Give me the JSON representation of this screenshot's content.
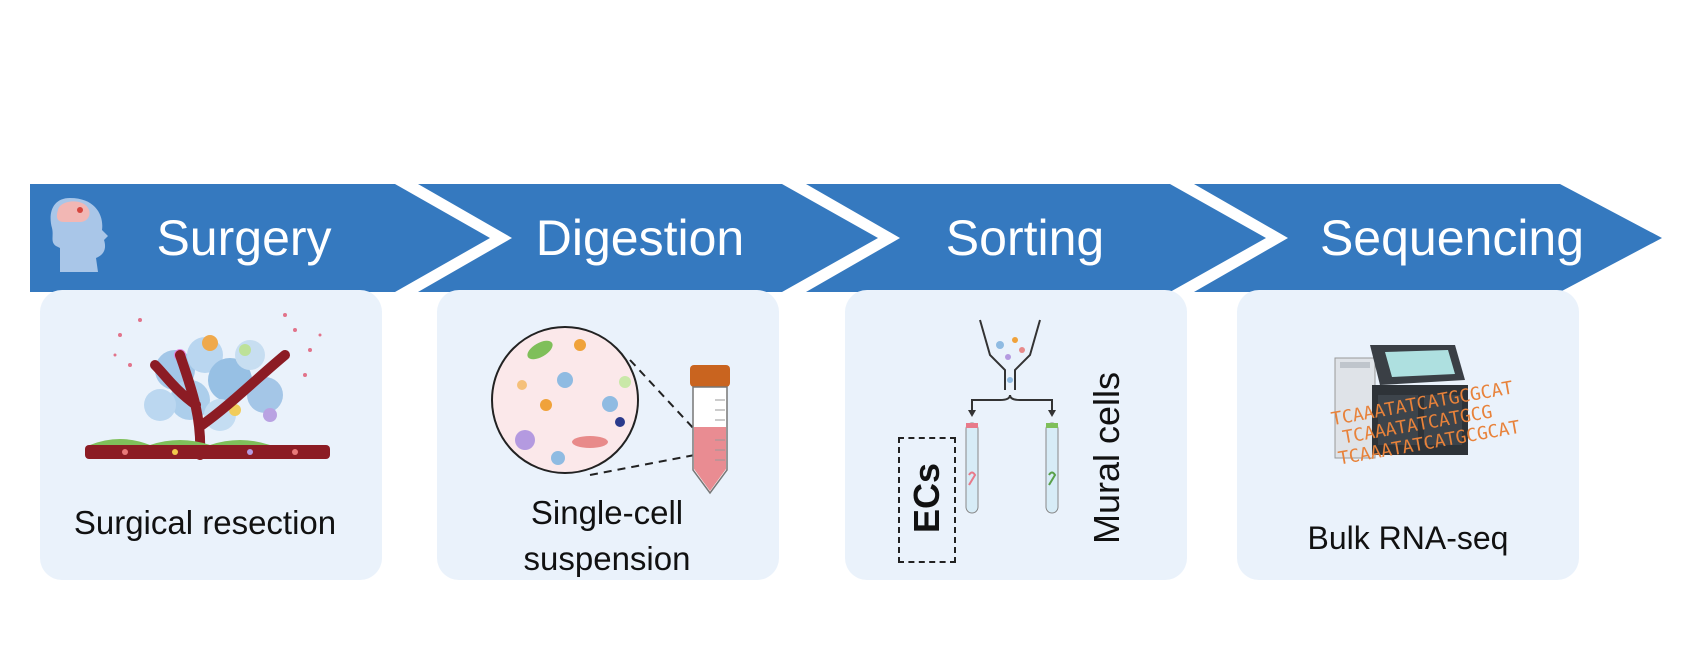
{
  "steps": [
    {
      "title": "Surgery",
      "caption": "Surgical resection"
    },
    {
      "title": "Digestion",
      "caption_line1": "Single-cell",
      "caption_line2": "suspension"
    },
    {
      "title": "Sorting",
      "label_left": "ECs",
      "label_right": "Mural cells"
    },
    {
      "title": "Sequencing",
      "caption": "Bulk RNA-seq",
      "dna_text": [
        "TCAAATATCATGCGCAT",
        "TCAAATATCATGCG",
        "TCAAATATCATGCGCAT"
      ]
    }
  ],
  "colors": {
    "chevron": "#3579bf",
    "panel": "#eaf2fb",
    "vessel": "#8c1c24",
    "tube_liquid": "#e98c92",
    "tube_cap": "#c9641f",
    "dna": "#e8823a"
  },
  "icons": [
    "head-brain-icon",
    "tumor-vessel-illustration",
    "cell-magnifier-illustration",
    "centrifuge-tube-illustration",
    "funnel-sorter-illustration",
    "sequencer-machine-illustration"
  ]
}
